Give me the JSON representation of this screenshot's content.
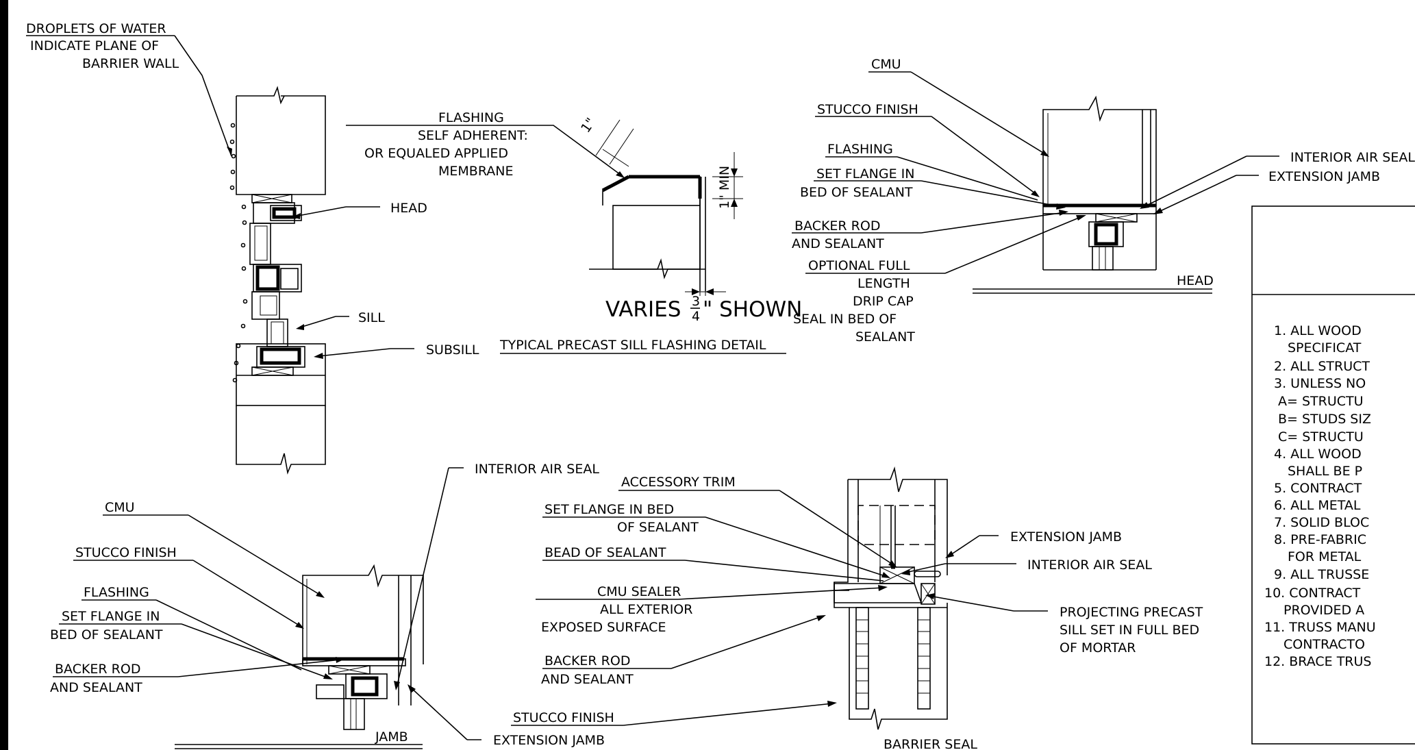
{
  "labels": {
    "droplets_1": "DROPLETS OF WATER",
    "droplets_2": "INDICATE PLANE OF",
    "droplets_3": "BARRIER WALL",
    "head_a": "HEAD",
    "sill_a": "SILL",
    "subsill": "SUBSILL",
    "flash_title": "FLASHING",
    "flash_2": "SELF ADHERENT:",
    "flash_3": "OR EQUALED APPLIED",
    "flash_4": "MEMBRANE",
    "dim_1in": "1\"",
    "dim_1min": "1\" MIN",
    "varies": "VARIES",
    "varies_frac_num": "3",
    "varies_frac_den": "4",
    "varies_shown": "\" SHOWN",
    "precast_title": "TYPICAL PRECAST SILL FLASHING DETAIL",
    "h_cmu": "CMU",
    "h_stucco": "STUCCO  FINISH",
    "h_flashing": "FLASHING",
    "h_setflange_1": "SET FLANGE IN",
    "h_setflange_2": "BED OF SEALANT",
    "h_backer_1": "BACKER ROD",
    "h_backer_2": "AND SEALANT",
    "h_optional_1": "OPTIONAL FULL",
    "h_optional_2": "LENGTH",
    "h_optional_3": "DRIP CAP",
    "h_optional_4": "SEAL IN BED OF",
    "h_optional_5": "SEALANT",
    "h_interior": "INTERIOR AIR SEAL",
    "h_extension": "EXTENSION JAMB",
    "h_title": "HEAD",
    "j_interior": "INTERIOR AIR SEAL",
    "j_cmu": "CMU",
    "j_stucco": "STUCCO  FINISH",
    "j_flashing": "FLASHING",
    "j_setflange_1": "SET FLANGE IN",
    "j_setflange_2": "BED OF SEALANT",
    "j_backer_1": "BACKER ROD",
    "j_backer_2": "AND SEALANT",
    "j_extension": "EXTENSION JAMB",
    "j_title": "JAMB",
    "s_accessory": "ACCESSORY TRIM",
    "s_setflange_1": "SET FLANGE IN BED",
    "s_setflange_2": "OF SEALANT",
    "s_bead": "BEAD OF SEALANT",
    "s_cmusealer_1": "CMU SEALER",
    "s_cmusealer_2": "ALL EXTERIOR",
    "s_cmusealer_3": "EXPOSED SURFACE",
    "s_backer_1": "BACKER ROD",
    "s_backer_2": "AND SEALANT",
    "s_stucco": "STUCCO FINISH",
    "s_extension": "EXTENSION JAMB",
    "s_interior": "INTERIOR AIR SEAL",
    "s_proj_1": "PROJECTING PRECAST",
    "s_proj_2": "SILL SET IN FULL BED",
    "s_proj_3": "OF MORTAR",
    "s_title": "BARRIER SEAL"
  },
  "notes": [
    "1.  ALL WOOD",
    "SPECIFICAT",
    "2.  ALL STRUCT",
    "3.  UNLESS NO",
    "A= STRUCTU",
    "B= STUDS SIZ",
    "C= STRUCTU",
    "4.  ALL WOOD",
    "SHALL BE P",
    "5.  CONTRACT",
    "6.  ALL METAL",
    "7.  SOLID BLOC",
    "8.  PRE-FABRIC",
    "FOR METAL",
    "9.  ALL TRUSSE",
    "10. CONTRACT",
    "PROVIDED A",
    "11. TRUSS MANU",
    "CONTRACTO",
    "12. BRACE TRUS"
  ]
}
